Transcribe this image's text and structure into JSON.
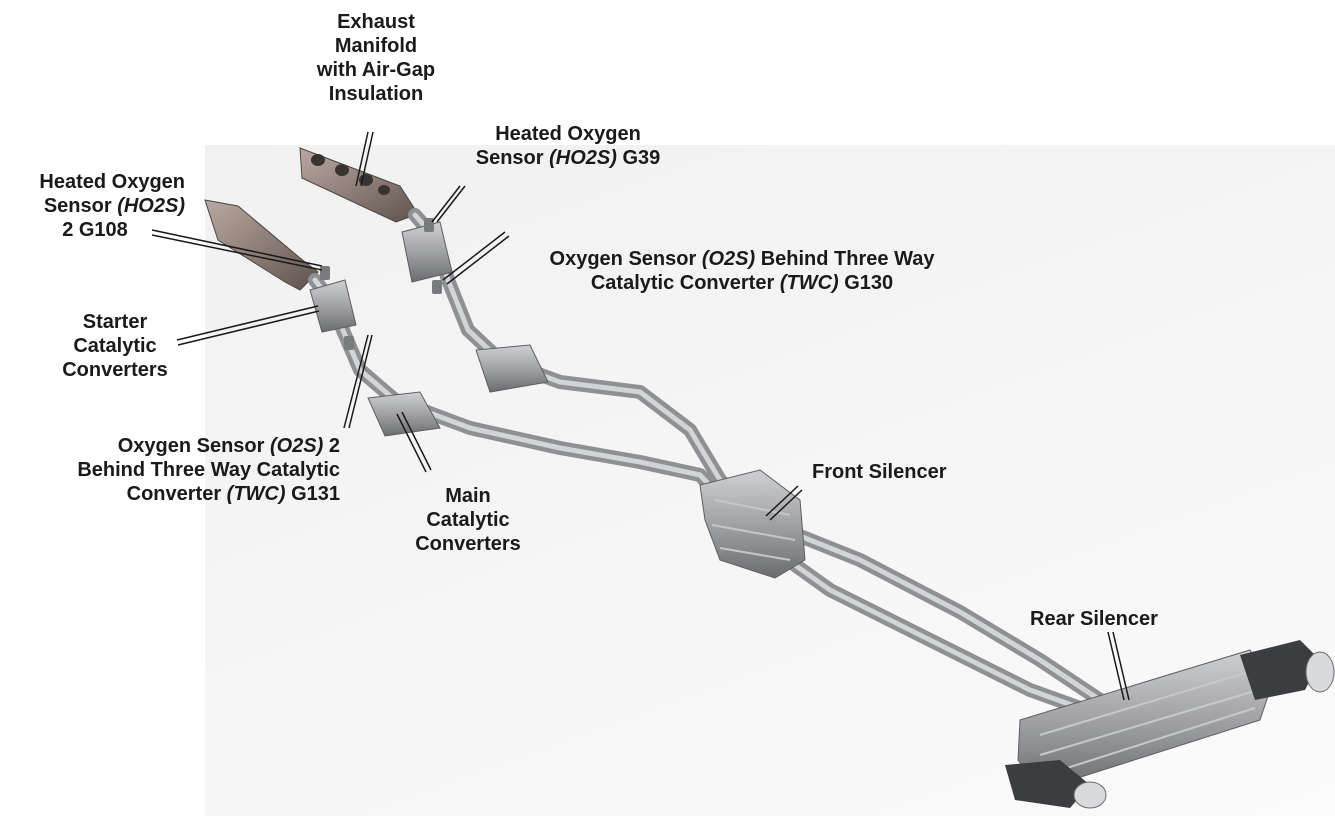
{
  "labels": {
    "exhaust_manifold": [
      "Exhaust",
      "Manifold",
      "with Air-Gap",
      "Insulation"
    ],
    "ho2s_g39": {
      "line1": "Heated Oxygen",
      "line2_pre": "Sensor ",
      "line2_italic": "(HO2S)",
      "line2_post": " G39"
    },
    "ho2s_g108": {
      "line1": "Heated Oxygen",
      "line2_pre": "Sensor ",
      "line2_italic": "(HO2S)",
      "line3": "2 G108"
    },
    "o2s_g130": {
      "line1_pre": "Oxygen Sensor ",
      "line1_italic": "(O2S)",
      "line1_post": " Behind Three Way",
      "line2_pre": "Catalytic Converter ",
      "line2_italic": "(TWC)",
      "line2_post": " G130"
    },
    "starter_cat": [
      "Starter",
      "Catalytic",
      "Converters"
    ],
    "o2s_g131": {
      "line1_pre": "Oxygen Sensor ",
      "line1_italic": "(O2S)",
      "line1_post": " 2",
      "line2": "Behind Three Way Catalytic",
      "line3_pre": "Converter ",
      "line3_italic": "(TWC)",
      "line3_post": " G131"
    },
    "main_cat": [
      "Main",
      "Catalytic",
      "Converters"
    ],
    "front_silencer": "Front Silencer",
    "rear_silencer": "Rear Silencer"
  },
  "colors": {
    "pipe": "#a9aaae",
    "pipe_highlight": "#d7d8da",
    "manifold": "#8c7e7a",
    "silencer": "#9a9b9f",
    "leader": "#1a1a1a"
  }
}
